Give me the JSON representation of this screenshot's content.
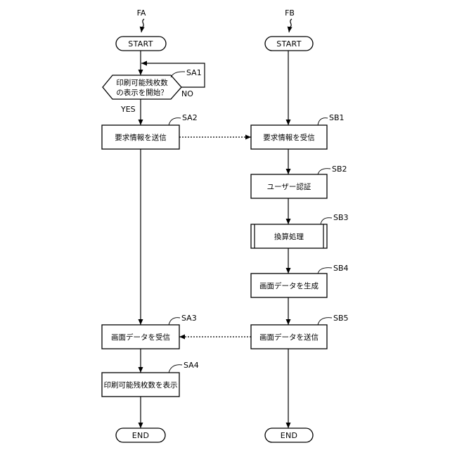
{
  "flow_a": {
    "label": "FA",
    "start": "START",
    "end": "END",
    "decision": {
      "step": "SA1",
      "line1": "印刷可能残枚数",
      "line2": "の表示を開始？",
      "yes": "YES",
      "no": "NO"
    },
    "steps": [
      {
        "step": "SA2",
        "text": "要求情報を送信"
      },
      {
        "step": "SA3",
        "text": "画面データを受信"
      },
      {
        "step": "SA4",
        "text": "印刷可能残枚数を表示"
      }
    ]
  },
  "flow_b": {
    "label": "FB",
    "start": "START",
    "end": "END",
    "steps": [
      {
        "step": "SB1",
        "text": "要求情報を受信"
      },
      {
        "step": "SB2",
        "text": "ユーザー認証"
      },
      {
        "step": "SB3",
        "text": "換算処理"
      },
      {
        "step": "SB4",
        "text": "画面データを生成"
      },
      {
        "step": "SB5",
        "text": "画面データを送信"
      }
    ]
  }
}
